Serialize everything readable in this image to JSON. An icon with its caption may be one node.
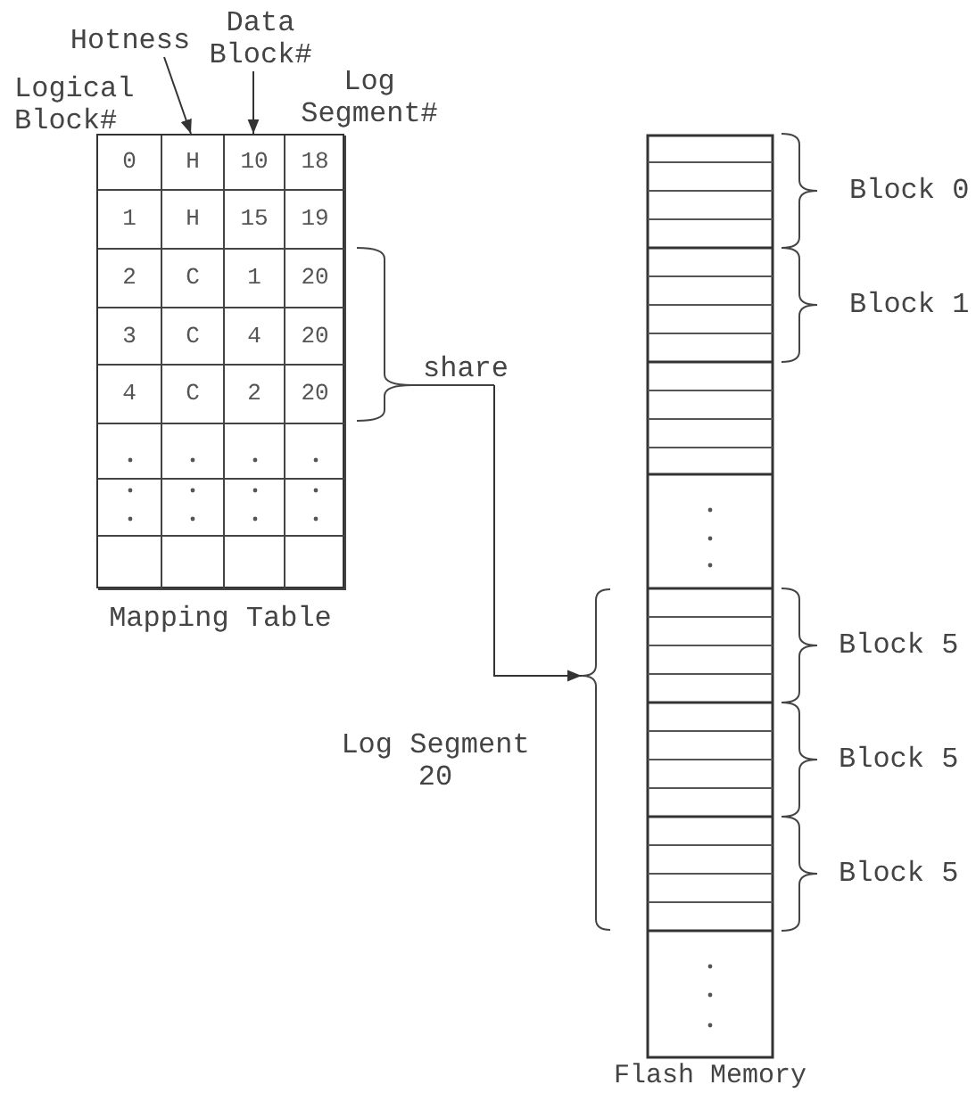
{
  "diagram": {
    "nodes": [
      {
        "text": [
          "Mapping Table"
        ]
      },
      {
        "text": [
          "Hotness"
        ]
      },
      {
        "text": [
          "Data Block#"
        ]
      },
      {
        "text": [
          "share"
        ]
      },
      {
        "text": [],
        "shape": "brace",
        "beside": [
          "Log Segment 20"
        ]
      },
      {
        "text": [
          "Flash Memory"
        ]
      }
    ],
    "edges": [
      {
        "from": 1,
        "to": 0,
        "arrow": "to"
      },
      {
        "from": 2,
        "to": 0,
        "arrow": "to"
      },
      {
        "from": 3,
        "to": 4,
        "arrow": "to"
      }
    ],
    "labels": [
      "Logical Block#",
      "Log Segment#",
      "0",
      "H",
      "10",
      "18",
      "1",
      "H",
      "15",
      "19",
      "2",
      "C",
      "1",
      "20",
      "3",
      "C",
      "4",
      "20",
      "4",
      "C",
      "2",
      "20",
      "Block 0",
      "Block 1",
      "Block 5",
      "Block 5",
      "Block 5"
    ]
  }
}
